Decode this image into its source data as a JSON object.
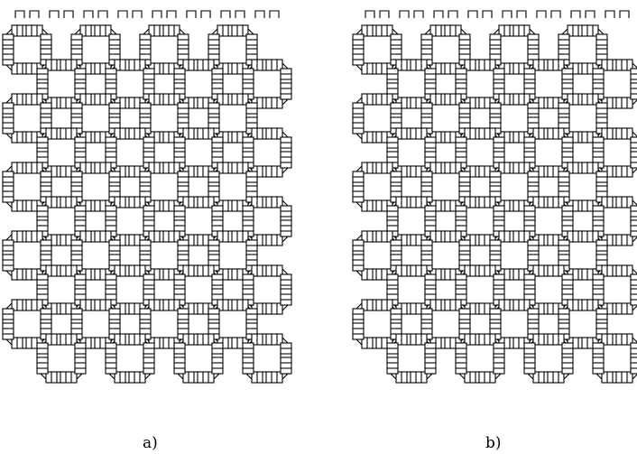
{
  "figure": {
    "panels": [
      {
        "id": "a",
        "caption": "a)",
        "variant": "stub-edge"
      },
      {
        "id": "b",
        "caption": "b)",
        "variant": "offset-row"
      }
    ]
  },
  "colors": {
    "stroke": "#000000",
    "background": "#ffffff"
  }
}
